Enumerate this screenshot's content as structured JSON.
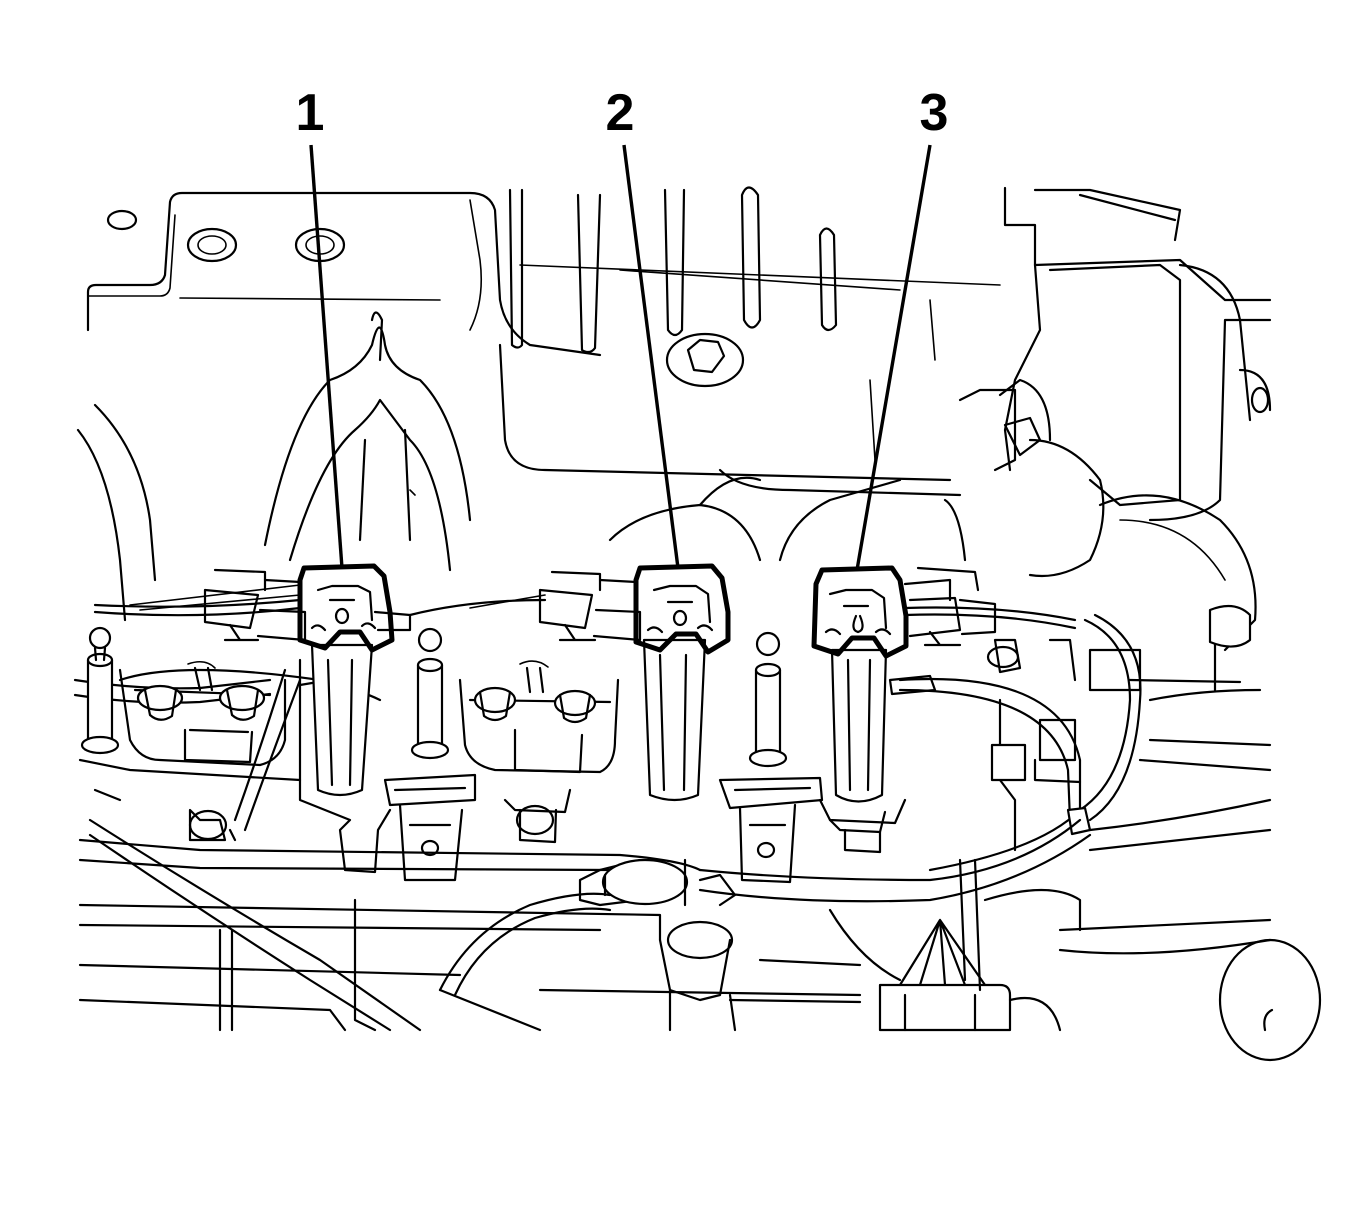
{
  "callouts": [
    {
      "id": "1",
      "label": "1"
    },
    {
      "id": "2",
      "label": "2"
    },
    {
      "id": "3",
      "label": "3"
    }
  ],
  "icons": {
    "connector": "fuel-injector-connector-icon",
    "engine": "engine-drawing"
  }
}
